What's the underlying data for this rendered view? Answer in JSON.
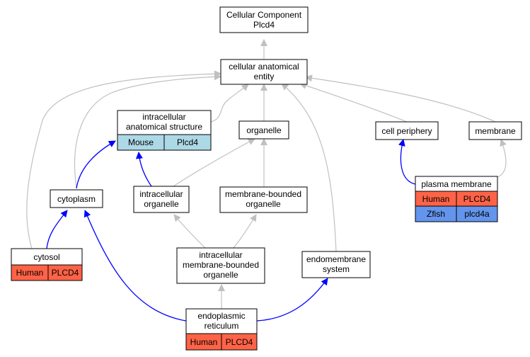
{
  "colors": {
    "human": "#ff6347",
    "mouse": "#add8e6",
    "zfish": "#6495ed",
    "gray_edge": "#c0c0c0",
    "blue_edge": "#0000ff",
    "node_border": "#000000",
    "node_fill": "#ffffff"
  },
  "nodes": [
    {
      "id": "cellular-component",
      "label": [
        "Cellular Component",
        "Plcd4"
      ]
    },
    {
      "id": "cellular-anatomical-entity",
      "label": [
        "cellular anatomical",
        "entity"
      ]
    },
    {
      "id": "intracellular-anatomical-structure",
      "label": [
        "intracellular",
        "anatomical structure"
      ],
      "rows": [
        [
          "Mouse",
          "Plcd4",
          "mouse"
        ]
      ]
    },
    {
      "id": "organelle",
      "label": [
        "organelle"
      ]
    },
    {
      "id": "cell-periphery",
      "label": [
        "cell periphery"
      ]
    },
    {
      "id": "membrane",
      "label": [
        "membrane"
      ]
    },
    {
      "id": "plasma-membrane",
      "label": [
        "plasma membrane"
      ],
      "rows": [
        [
          "Human",
          "PLCD4",
          "human"
        ],
        [
          "Zfish",
          "plcd4a",
          "zfish"
        ]
      ]
    },
    {
      "id": "cytoplasm",
      "label": [
        "cytoplasm"
      ]
    },
    {
      "id": "intracellular-organelle",
      "label": [
        "intracellular",
        "organelle"
      ]
    },
    {
      "id": "membrane-bounded-organelle",
      "label": [
        "membrane-bounded",
        "organelle"
      ]
    },
    {
      "id": "cytosol",
      "label": [
        "cytosol"
      ],
      "rows": [
        [
          "Human",
          "PLCD4",
          "human"
        ]
      ]
    },
    {
      "id": "intracellular-membrane-bounded-organelle",
      "label": [
        "intracellular",
        "membrane-bounded",
        "organelle"
      ]
    },
    {
      "id": "endomembrane-system",
      "label": [
        "endomembrane",
        "system"
      ]
    },
    {
      "id": "endoplasmic-reticulum",
      "label": [
        "endoplasmic",
        "reticulum"
      ],
      "rows": [
        [
          "Human",
          "PLCD4",
          "human"
        ]
      ]
    }
  ]
}
